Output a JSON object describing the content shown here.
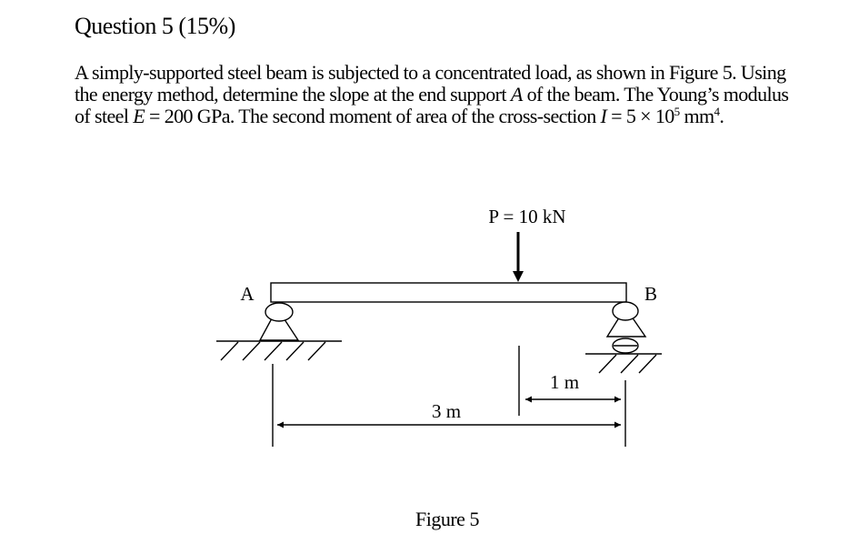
{
  "question": {
    "title": "Question 5 (15%)",
    "body": {
      "line1": "A simply-supported steel beam is subjected to a concentrated load, as shown in Figure 5. Using",
      "line2_pre": "the energy method, determine the slope at the end support ",
      "line2_var": "A",
      "line2_post": " of the beam. The Young’s modulus",
      "line3_pre": "of steel ",
      "line3_e_var": "E",
      "line3_e_val": " = 200 GPa. The second moment of area of the cross-section ",
      "line3_i_var": "I",
      "line3_i_val": " = 5 × 10",
      "line3_i_exp": "5",
      "line3_unit": " mm",
      "line3_unit_exp": "4",
      "line3_end": "."
    }
  },
  "figure": {
    "load_label": "P = 10 kN",
    "support_a_label": "A",
    "support_b_label": "B",
    "dim_total_label": "3 m",
    "dim_right_label": "1 m",
    "caption": "Figure 5"
  }
}
